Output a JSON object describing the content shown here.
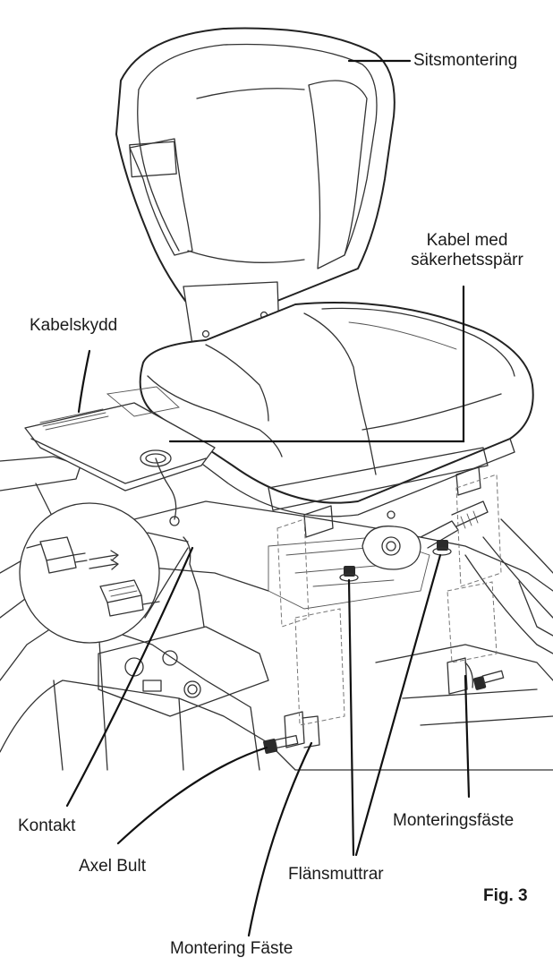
{
  "labels": {
    "seat_assembly": "Sitsmontering",
    "safety_cable_line1": "Kabel med",
    "safety_cable_line2": "säkerhetsspärr",
    "cable_cover": "Kabelskydd",
    "connector": "Kontakt",
    "axle_bolt": "Axel Bult",
    "flange_nuts": "Flänsmuttrar",
    "mounting_bracket_right": "Monteringsfäste",
    "mounting_bracket_bottom": "Montering Fäste",
    "figure_number": "Fig. 3"
  }
}
